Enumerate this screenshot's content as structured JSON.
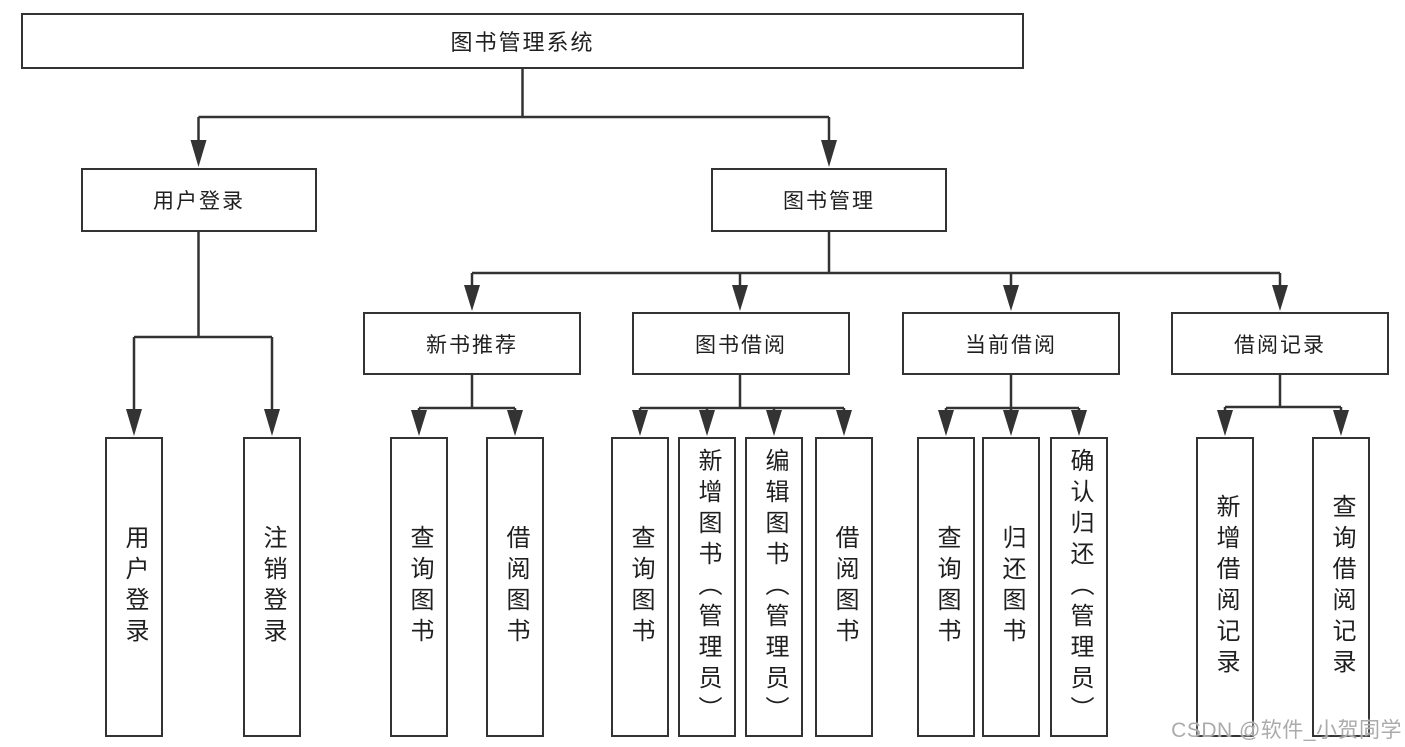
{
  "diagram": {
    "type": "hierarchy",
    "title": "图书管理系统",
    "tree": {
      "root": {
        "label": "图书管理系统"
      },
      "branches": [
        {
          "label": "用户登录",
          "children": [
            {
              "label": "用户登录"
            },
            {
              "label": "注销登录"
            }
          ]
        },
        {
          "label": "图书管理",
          "children": [
            {
              "label": "新书推荐",
              "children": [
                {
                  "label": "查询图书"
                },
                {
                  "label": "借阅图书"
                }
              ]
            },
            {
              "label": "图书借阅",
              "children": [
                {
                  "label": "查询图书"
                },
                {
                  "label": "新增图书（管理员）"
                },
                {
                  "label": "编辑图书（管理员）"
                },
                {
                  "label": "借阅图书"
                }
              ]
            },
            {
              "label": "当前借阅",
              "children": [
                {
                  "label": "查询图书"
                },
                {
                  "label": "归还图书"
                },
                {
                  "label": "确认归还（管理员）"
                }
              ]
            },
            {
              "label": "借阅记录",
              "children": [
                {
                  "label": "新增借阅记录"
                },
                {
                  "label": "查询借阅记录"
                }
              ]
            }
          ]
        }
      ]
    },
    "colors": {
      "line": "#333333",
      "box_border": "#333333",
      "box_fill": "#ffffff",
      "text": "#1f1f1f",
      "watermark": "#ababab"
    }
  },
  "watermark": {
    "text": "CSDN @软件_小贺同学"
  }
}
